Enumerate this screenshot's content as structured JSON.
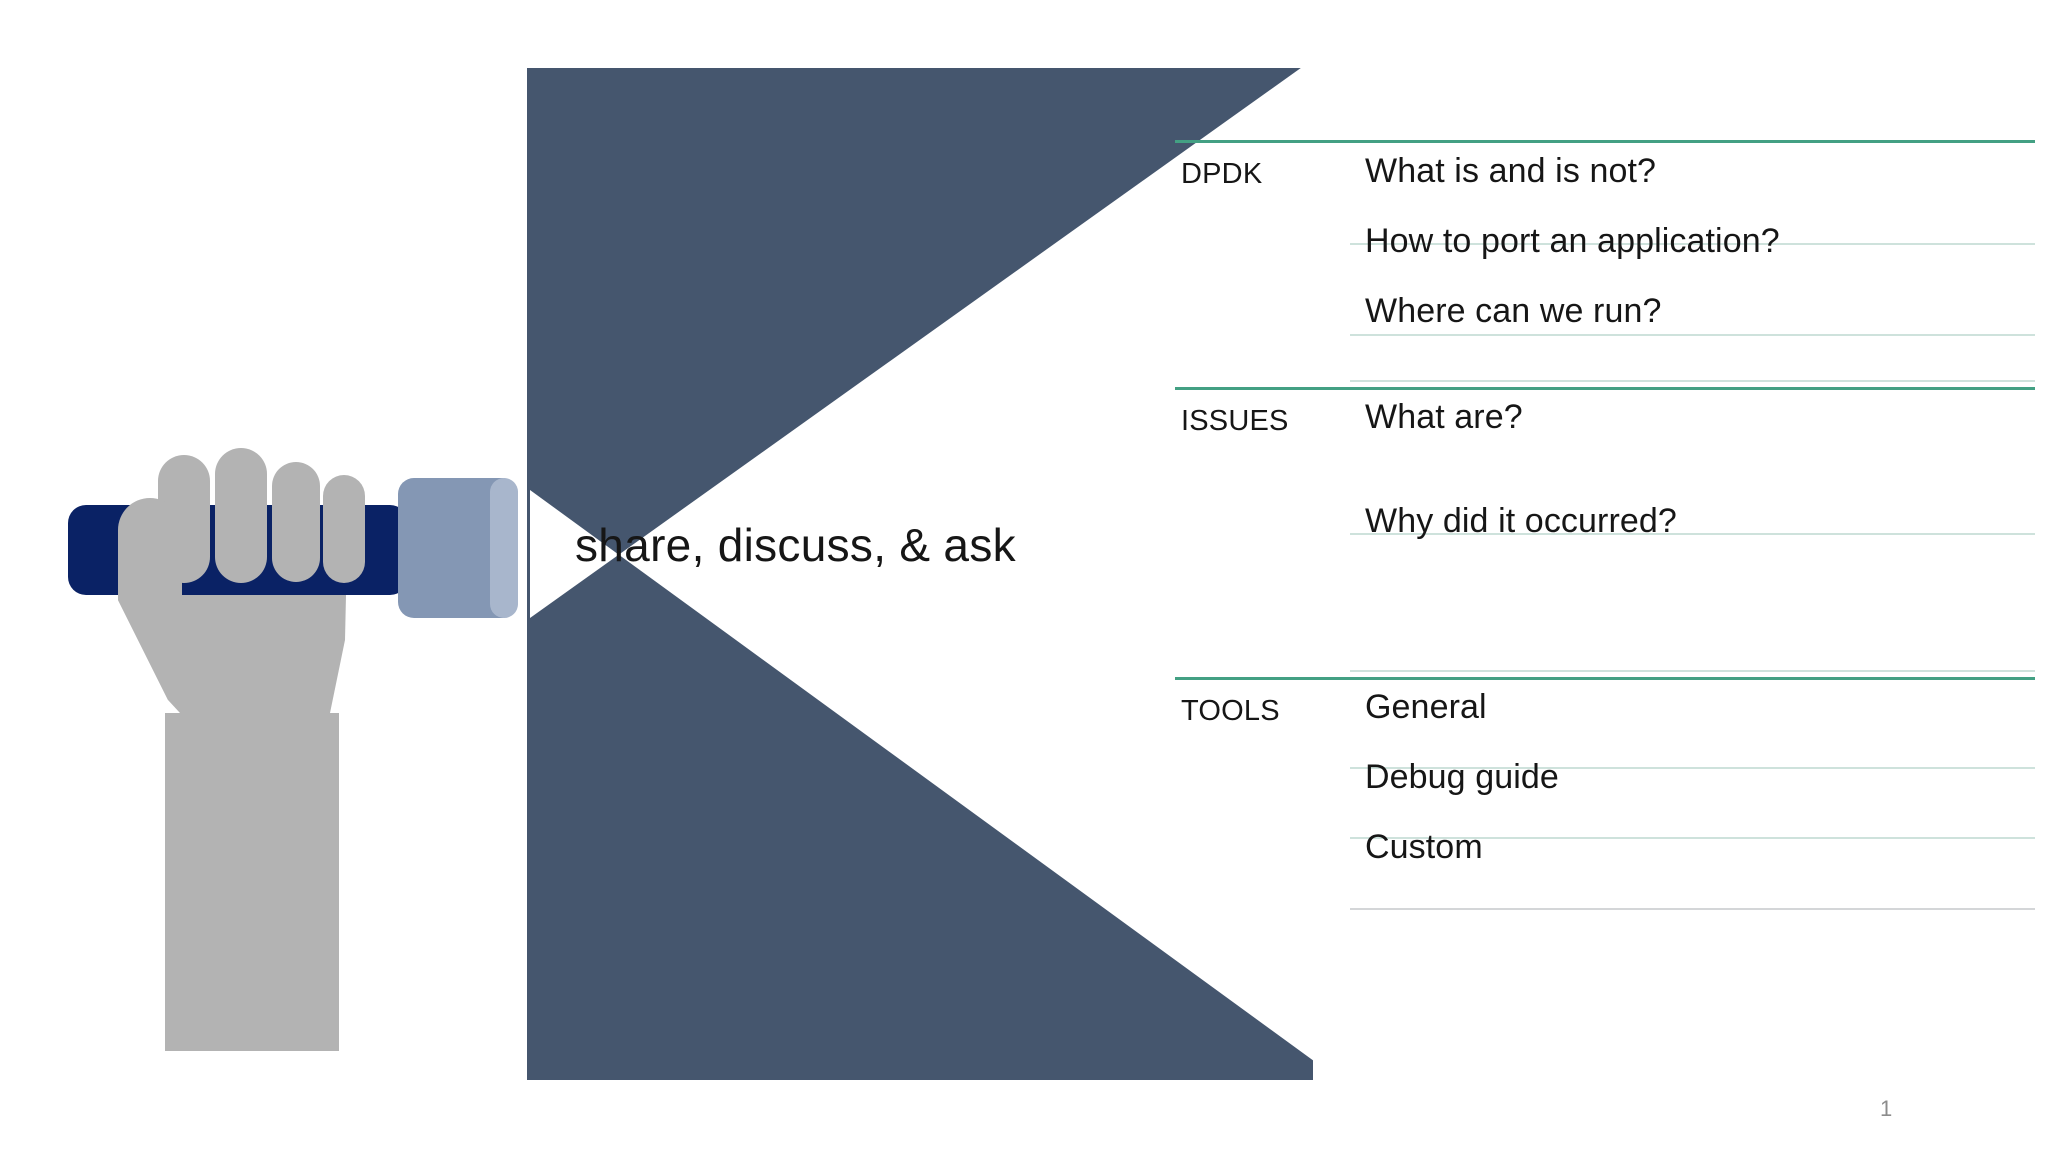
{
  "slide": {
    "title": "share, discuss, & ask",
    "page_number": "1"
  },
  "colors": {
    "dark_block": "#45566E",
    "flashlight_body": "#0A2265",
    "flashlight_head": "#8497B4",
    "flashlight_head_rim": "#A8B6CC",
    "hand": "#B3B3B3",
    "rule_major": "#43A083",
    "rule_minor": "#CEE2DC",
    "rule_minor_neutral": "#D4D6D8",
    "text": "#161616",
    "page_number": "#8C8C8C",
    "beam": "#FFFFFF"
  },
  "illustration": {
    "flashlight_body_name": "flashlight-body",
    "flashlight_head_name": "flashlight-head",
    "hand_name": "hand-gripping-flashlight",
    "beam_name": "light-beam"
  },
  "agenda": {
    "sections": [
      {
        "label": "DPDK",
        "items": [
          "What is and is not?",
          "How to port an application?",
          "Where can we run?"
        ]
      },
      {
        "label": "ISSUES",
        "items": [
          "What are?",
          "Why did it occurred?"
        ]
      },
      {
        "label": "TOOLS",
        "items": [
          "General",
          "Debug guide",
          "Custom"
        ]
      }
    ]
  }
}
